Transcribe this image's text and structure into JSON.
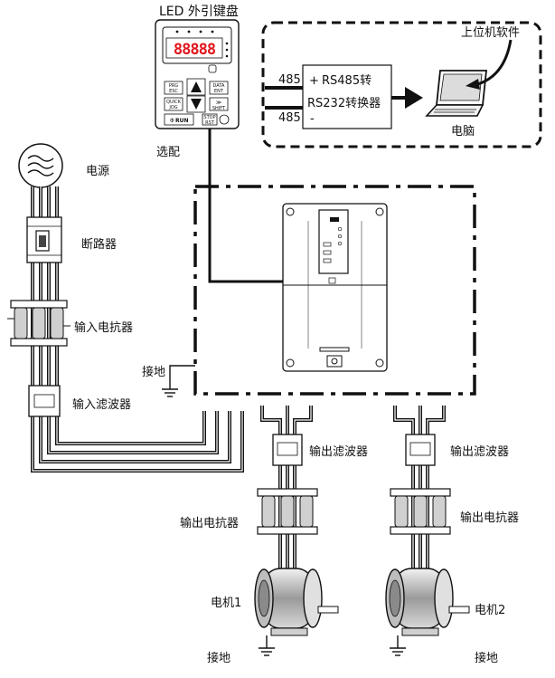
{
  "keypad": {
    "title": "LED 外引键盘",
    "option_label": "选配",
    "display_digits": "88888",
    "keys": {
      "prg": "PRG",
      "esc": "ESC",
      "data": "DATA",
      "ent": "ENT",
      "quick": "QUICK",
      "jog": "JOG",
      "shift": "SHIFT",
      "run": "RUN",
      "stop": "STOP",
      "rst": "RST"
    }
  },
  "converter": {
    "line1": "RS485转",
    "line2": "RS232转换器",
    "plus": "+",
    "minus": "-",
    "port_top": "485",
    "port_bottom": "485"
  },
  "computer": {
    "label": "电脑",
    "software_label": "上位机软件"
  },
  "supply_chain": {
    "power": "电源",
    "breaker": "断路器",
    "input_reactor": "输入电抗器",
    "input_filter": "输入滤波器",
    "ground": "接地"
  },
  "branch1": {
    "output_filter": "输出滤波器",
    "output_reactor": "输出电抗器",
    "motor": "电机1",
    "ground": "接地"
  },
  "branch2": {
    "output_filter": "输出滤波器",
    "output_reactor": "输出电抗器",
    "motor": "电机2",
    "ground": "接地"
  }
}
